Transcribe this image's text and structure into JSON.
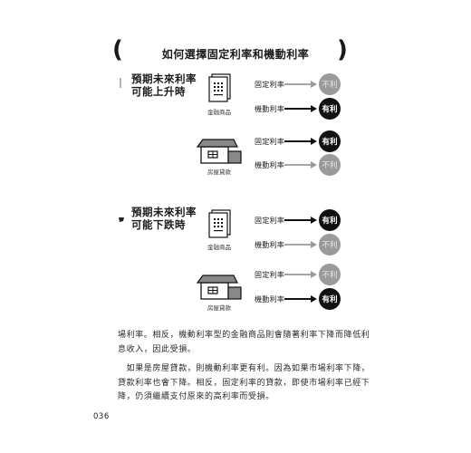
{
  "title": "如何選擇固定利率和機動利率",
  "sections": [
    {
      "heading_line1": "預期未來利率",
      "heading_line2": "可能上升時",
      "groups": [
        {
          "item_label": "金融商品",
          "rows": [
            {
              "rate": "固定利率",
              "result": "不利",
              "favorable": false
            },
            {
              "rate": "機動利率",
              "result": "有利",
              "favorable": true
            }
          ]
        },
        {
          "item_label": "房屋貸款",
          "rows": [
            {
              "rate": "固定利率",
              "result": "有利",
              "favorable": true
            },
            {
              "rate": "機動利率",
              "result": "不利",
              "favorable": false
            }
          ]
        }
      ]
    },
    {
      "heading_line1": "預期未來利率",
      "heading_line2": "可能下跌時",
      "groups": [
        {
          "item_label": "金融商品",
          "rows": [
            {
              "rate": "固定利率",
              "result": "有利",
              "favorable": true
            },
            {
              "rate": "機動利率",
              "result": "不利",
              "favorable": false
            }
          ]
        },
        {
          "item_label": "房屋貸款",
          "rows": [
            {
              "rate": "固定利率",
              "result": "不利",
              "favorable": false
            },
            {
              "rate": "機動利率",
              "result": "有利",
              "favorable": true
            }
          ]
        }
      ]
    }
  ],
  "paragraphs": [
    {
      "line1": "場利率。相反，機動利率型的金融商品則會隨著利率下降而降低利",
      "line2": "息收入，因此受損。"
    },
    {
      "line1": "　如果是房屋貸款，則機動利率更有利。因為如果市場利率下降，",
      "line2": "貸款利率也會下降。相反，固定利率的貸款，即使市場利率已經下",
      "line3": "降，仍須繼續支付原來的高利率而受損。"
    }
  ],
  "page_number": "036",
  "colors": {
    "dark": "#111111",
    "light": "#9a9a9a"
  }
}
